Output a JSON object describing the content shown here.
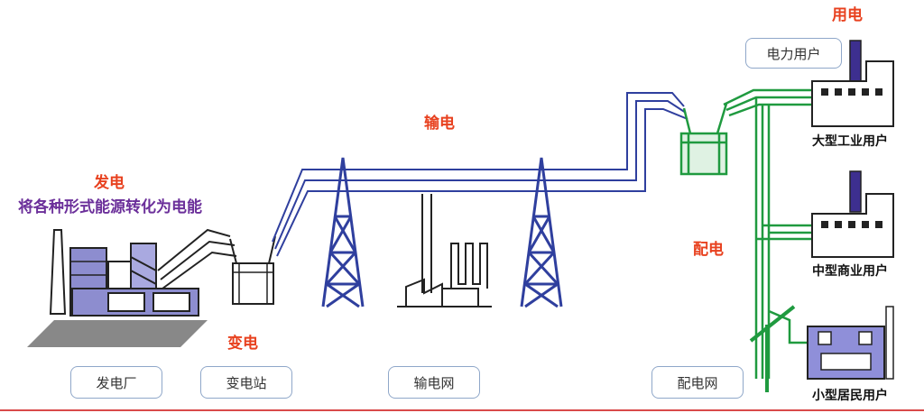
{
  "labels": {
    "generation": "发电",
    "generation_desc": "将各种形式能源转化为电能",
    "transformation": "变电",
    "transmission": "输电",
    "distribution": "配电",
    "consumption": "用电"
  },
  "boxes": {
    "power_plant": "发电厂",
    "substation": "变电站",
    "transmission_grid": "输电网",
    "distribution_grid": "配电网",
    "power_users": "电力用户"
  },
  "users": {
    "large_industrial": "大型工业用户",
    "medium_commercial": "中型商业用户",
    "small_residential": "小型居民用户"
  },
  "colors": {
    "title_red": "#e8411f",
    "desc_purple": "#6b2f9a",
    "transmission_blue": "#2f3f9e",
    "distribution_green": "#1f9a3f"
  }
}
